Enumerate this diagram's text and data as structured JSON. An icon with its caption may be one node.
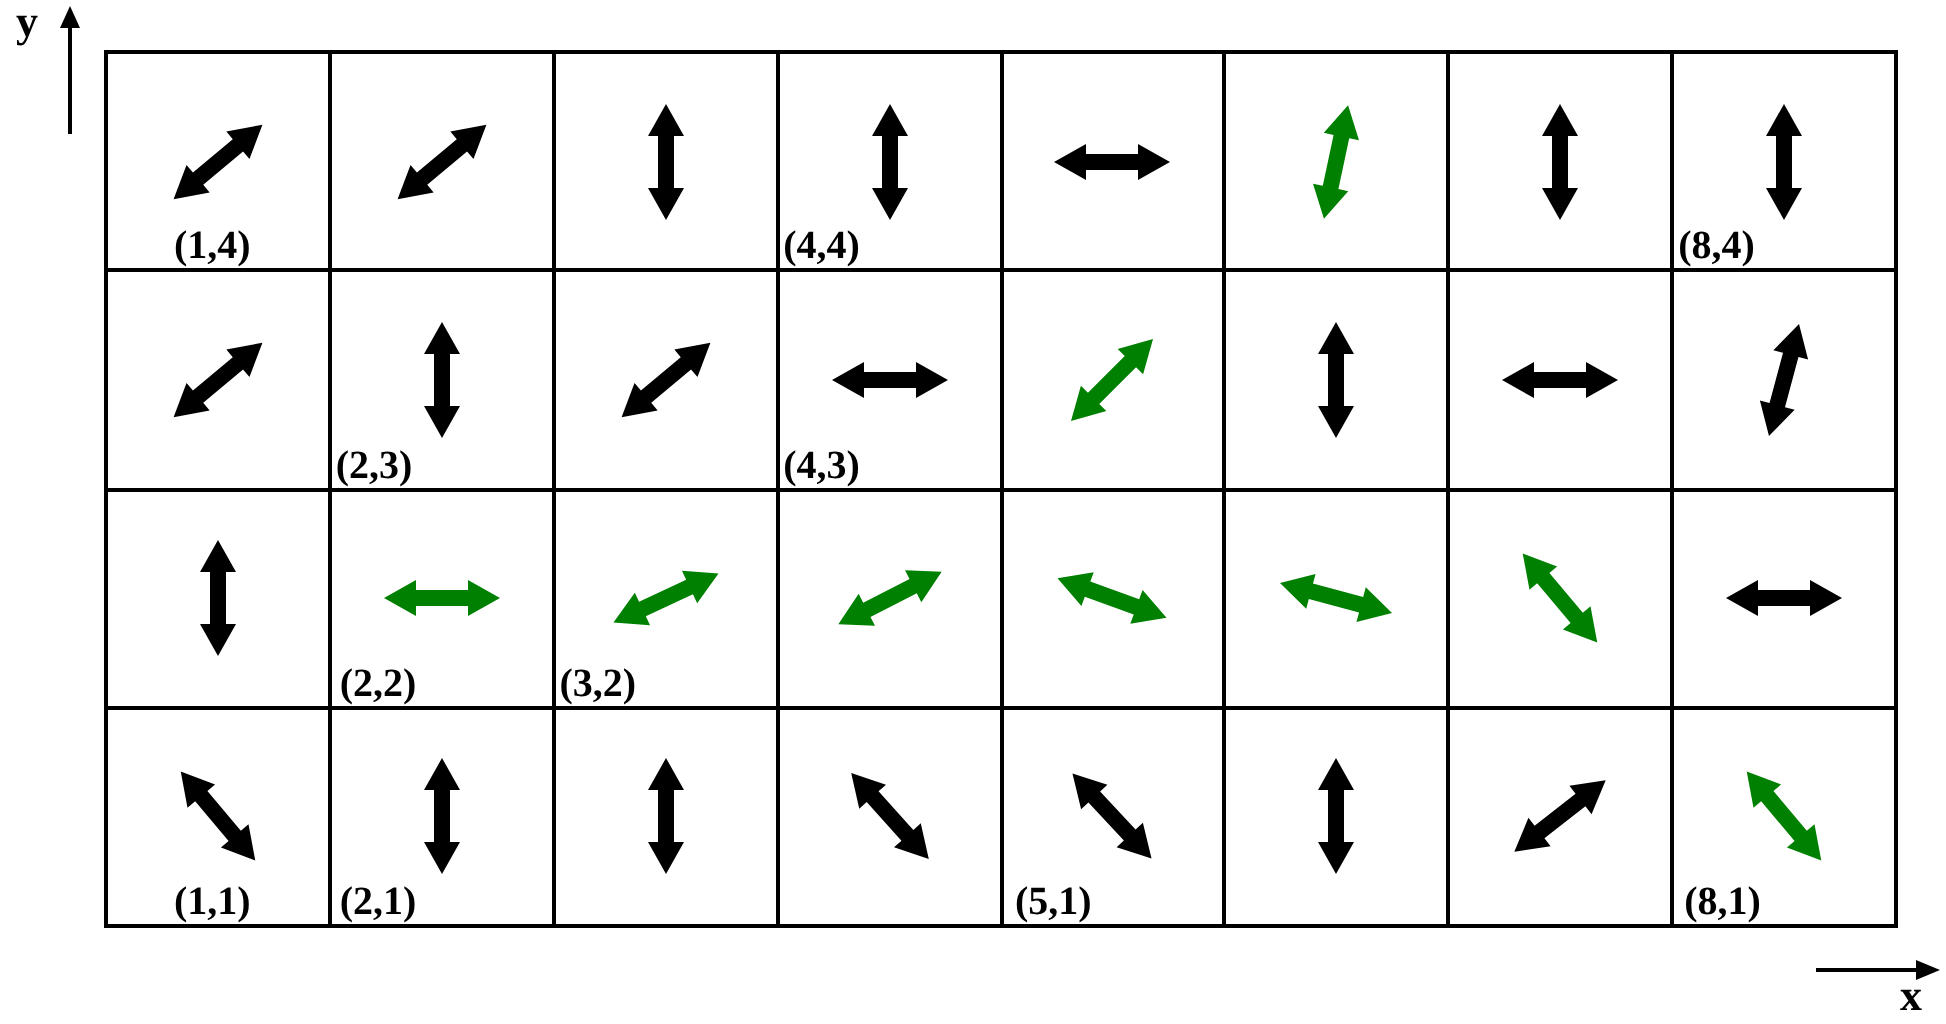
{
  "diagram": {
    "nodes": [
      {
        "text": [
          "(1,4)"
        ]
      },
      {
        "text": [],
        "shape": "box"
      },
      {
        "text": [],
        "shape": "box"
      },
      {
        "text": [
          "(4,4)"
        ]
      },
      {
        "text": [],
        "shape": "box"
      },
      {
        "text": [],
        "shape": "box"
      },
      {
        "text": [],
        "shape": "box"
      },
      {
        "text": [
          "(8,4)"
        ]
      },
      {
        "text": [],
        "shape": "box"
      },
      {
        "text": [
          "(2,3)"
        ]
      },
      {
        "text": [],
        "shape": "box"
      },
      {
        "text": [
          "(4,3)"
        ]
      },
      {
        "text": [],
        "shape": "box"
      },
      {
        "text": [],
        "shape": "box"
      },
      {
        "text": [],
        "shape": "box"
      },
      {
        "text": [],
        "shape": "box"
      },
      {
        "text": [],
        "shape": "box"
      },
      {
        "text": [
          "(2,2)"
        ]
      },
      {
        "text": [
          "(3,2)"
        ]
      },
      {
        "text": [],
        "shape": "box"
      },
      {
        "text": [],
        "shape": "box"
      },
      {
        "text": [],
        "shape": "box"
      },
      {
        "text": [],
        "shape": "box"
      },
      {
        "text": [],
        "shape": "box"
      },
      {
        "text": [
          "(1,1)"
        ]
      },
      {
        "text": [
          "(2,1)"
        ]
      },
      {
        "text": [],
        "shape": "box"
      },
      {
        "text": [],
        "shape": "box"
      },
      {
        "text": [
          "(5,1)"
        ]
      },
      {
        "text": [],
        "shape": "box"
      },
      {
        "text": [],
        "shape": "box"
      },
      {
        "text": [
          "(8,1)"
        ]
      }
    ],
    "labels": [
      "y",
      "x"
    ]
  }
}
